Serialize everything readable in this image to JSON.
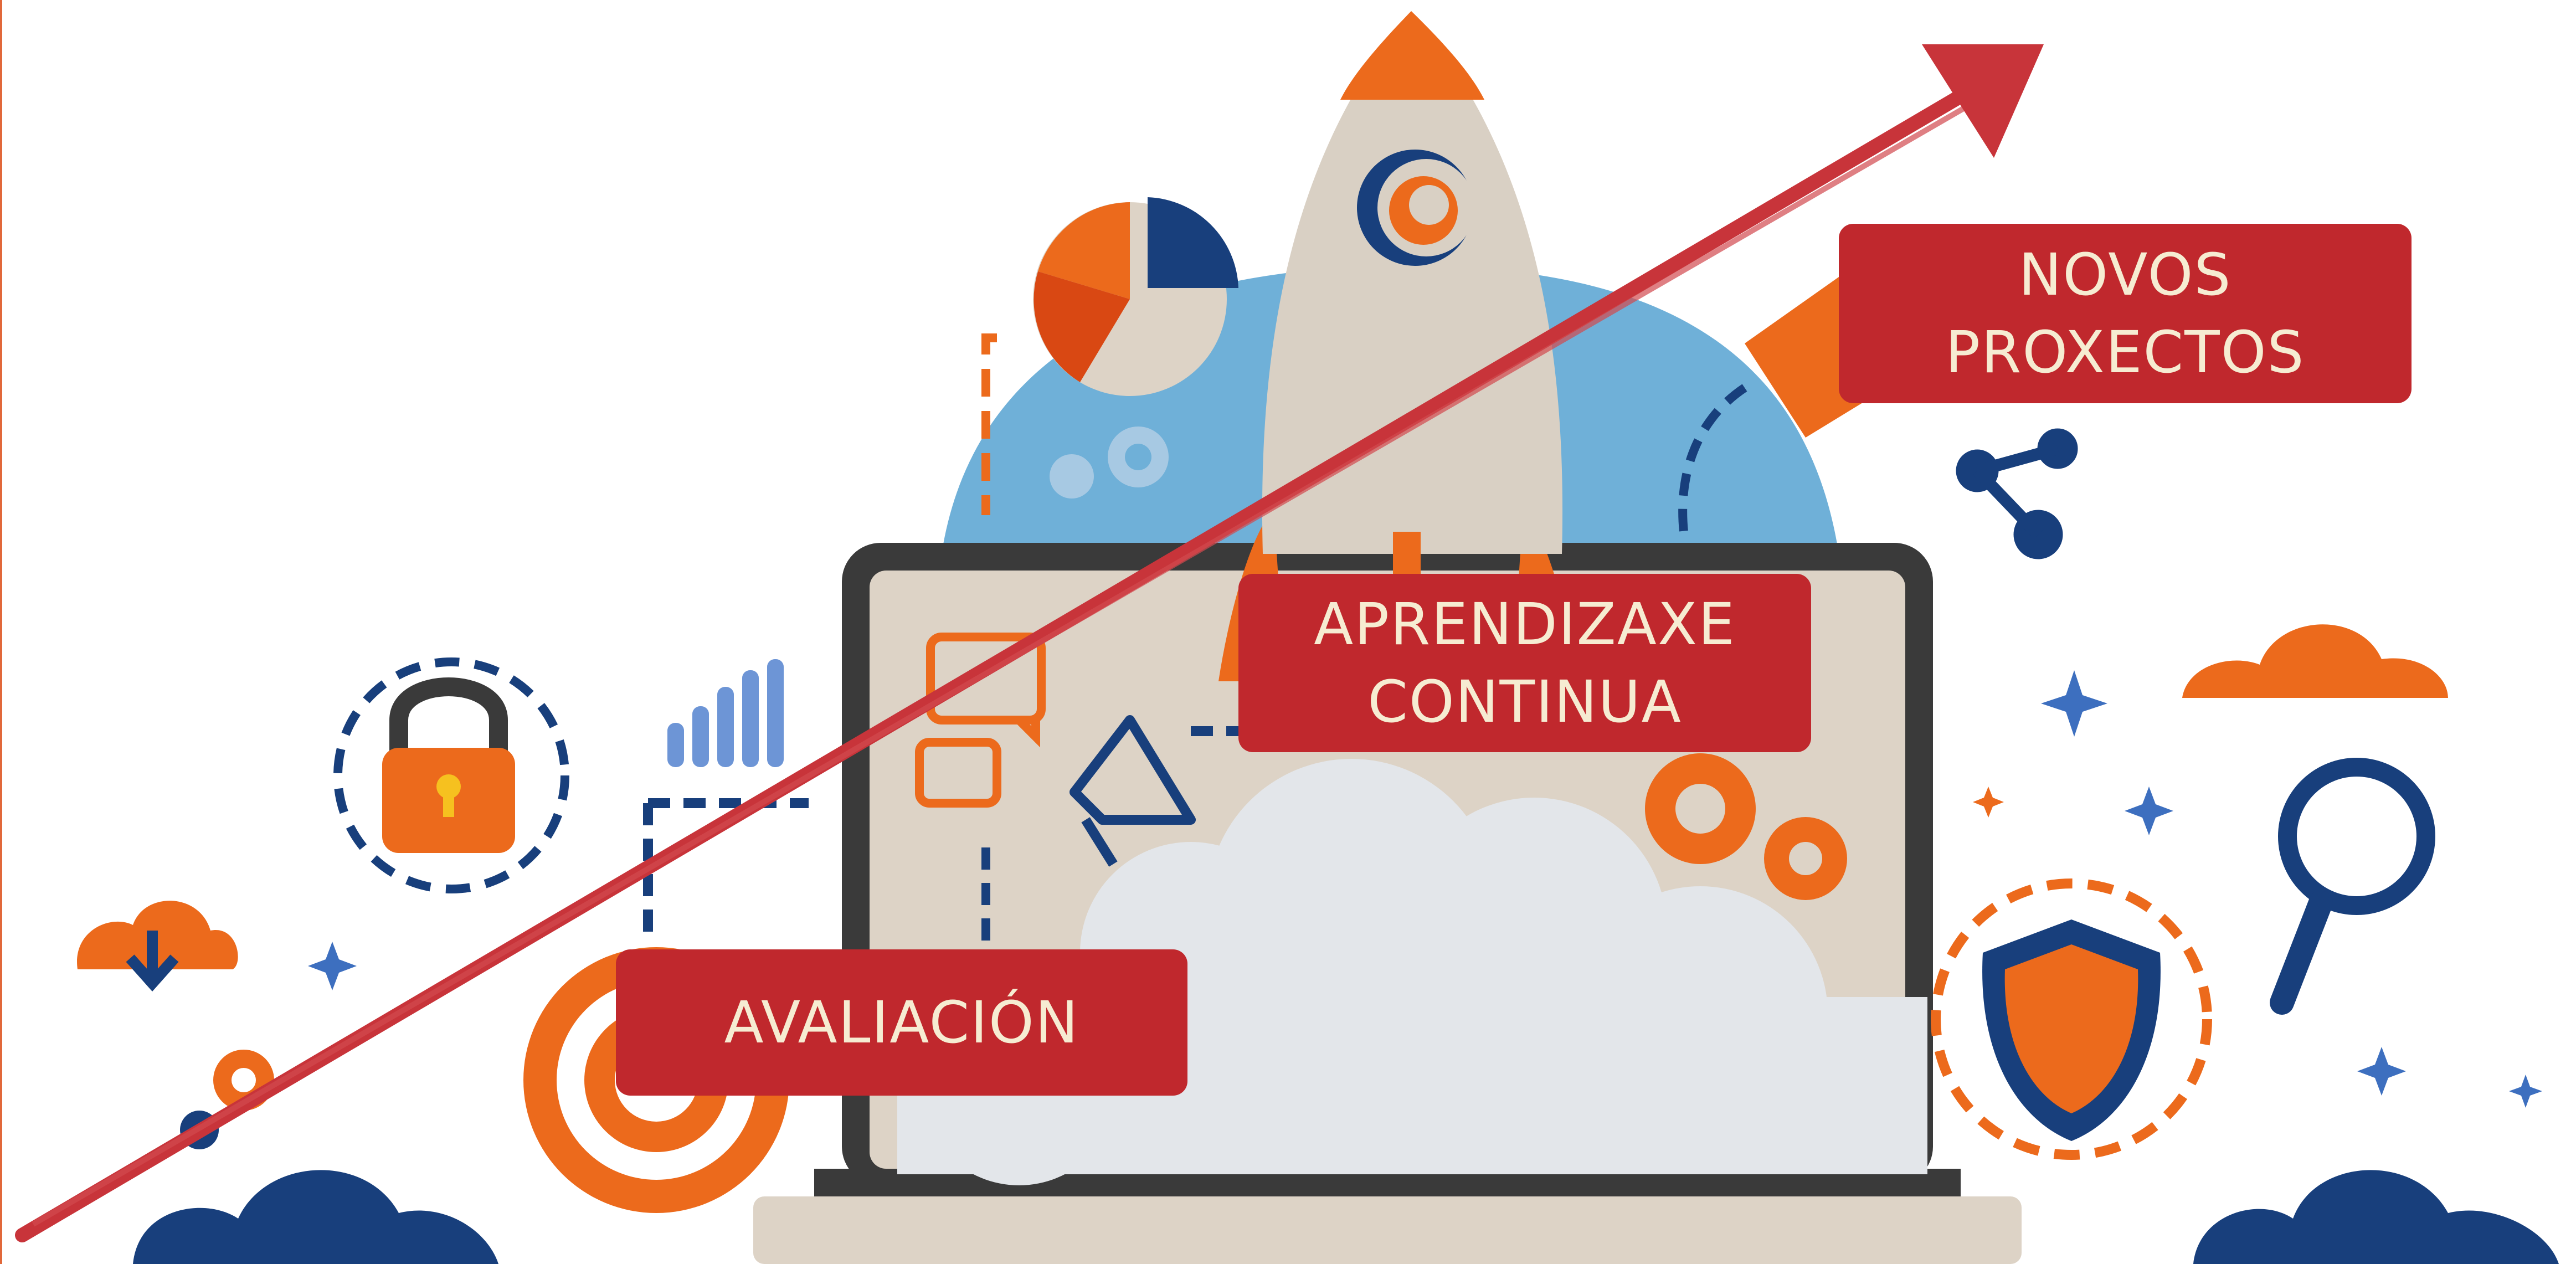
{
  "labels": {
    "avaliacion": "AVALIACIÓN",
    "aprendizaxe": "APRENDIZAXE\nCONTINUA",
    "novos_proxectos": "NOVOS\nPROXECTOS"
  },
  "colors": {
    "label_background": "#c0282d",
    "label_text": "#f6ecd2",
    "arrow": "#c8343a",
    "orange": "#ec6a1c",
    "navy": "#183f7c",
    "sky_blue": "#6fb0d8",
    "laptop_screen": "#ddd3c6",
    "laptop_frame": "#3a3a3a",
    "cloud": "#e3e6ea",
    "rocket_body": "#d9d0c4"
  },
  "icons": [
    "rocket-icon",
    "laptop-icon",
    "pie-chart-icon",
    "bar-chart-icon",
    "padlock-icon",
    "target-icon",
    "megaphone-icon",
    "chat-bubble-icon",
    "gear-icon",
    "shield-icon",
    "magnifier-icon",
    "share-icon",
    "cloud-download-icon",
    "envelope-icon",
    "sparkle-icon",
    "growth-arrow-icon"
  ]
}
